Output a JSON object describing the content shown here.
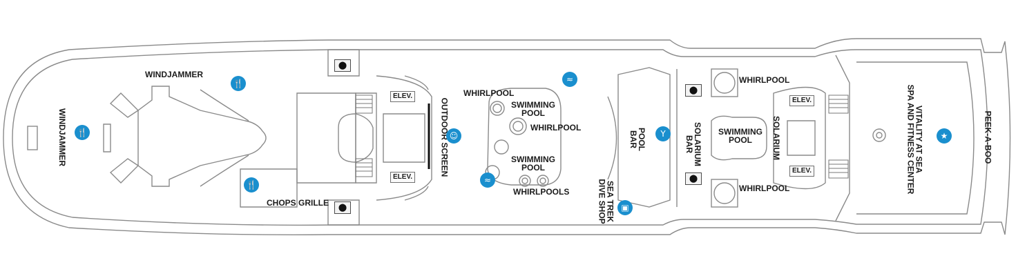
{
  "labels": {
    "windjammer_top": "WINDJAMMER",
    "windjammer_side": "WINDJAMMER",
    "chops_grille": "CHOPS GRILLE",
    "elev_1": "ELEV.",
    "elev_2": "ELEV.",
    "elev_3": "ELEV.",
    "elev_4": "ELEV.",
    "outdoor_screen": "OUTDOOR SCREEN",
    "whirlpool_1": "WHIRLPOOL",
    "whirlpool_2": "WHIRLPOOL",
    "swimming_pool_1": "SWIMMING\nPOOL",
    "swimming_pool_2": "SWIMMING\nPOOL",
    "whirlpools": "WHIRLPOOLS",
    "pool_bar": "POOL\nBAR",
    "sea_trek": "SEA TREK\nDIVE SHOP",
    "solarium_bar": "SOLARIUM\nBAR",
    "swimming_pool_3": "SWIMMING\nPOOL",
    "solarium": "SOLARIUM",
    "whirlpool_3": "WHIRLPOOL",
    "whirlpool_4": "WHIRLPOOL",
    "vitality": "VITALITY AT SEA\nSPA AND FITNESS CENTER",
    "peek_a_boo": "PEEK-A-BOO"
  },
  "icons": {
    "dining": "dining-icon",
    "pool": "pool-icon",
    "entertainment": "theater-icon",
    "bar": "bar-icon",
    "shop": "shop-icon",
    "fitness": "fitness-icon",
    "restroom": "restroom-icon"
  },
  "colors": {
    "icon_blue": "#1a8fce",
    "outline": "#8a8a8a"
  }
}
